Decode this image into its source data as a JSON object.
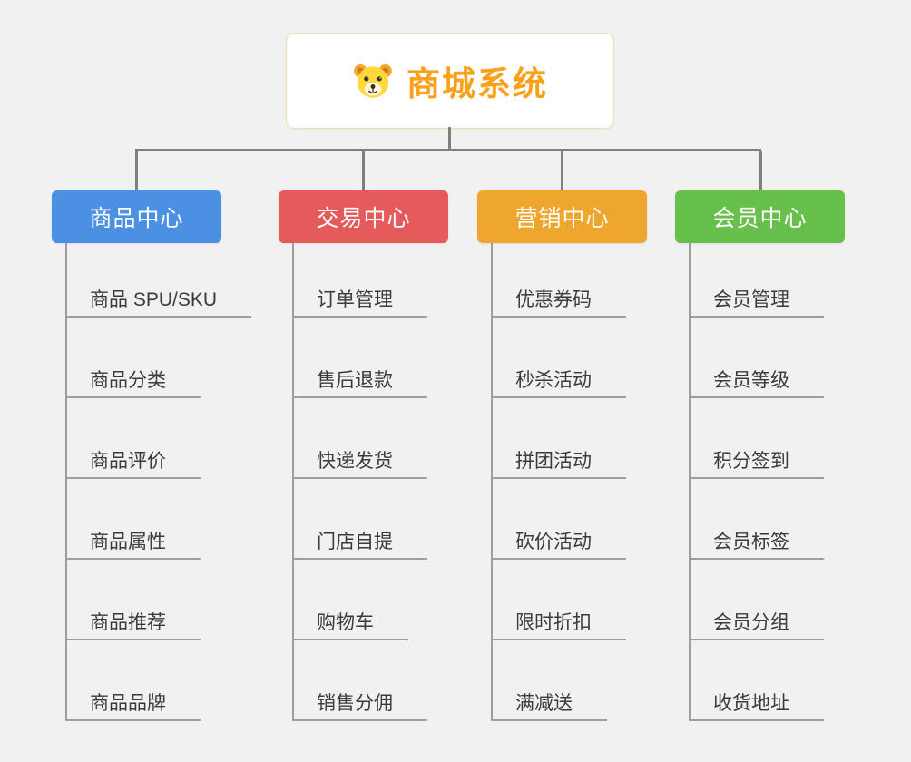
{
  "canvas": {
    "background": "#f1f1f1",
    "connector_color": "#7f7f7f",
    "leaf_line_color": "#9e9e9e",
    "leaf_text_color": "#3b3b3b"
  },
  "root": {
    "title": "商城系统",
    "title_color": "#f9a11b",
    "icon": "dog-face-icon"
  },
  "branches": [
    {
      "label": "商品中心",
      "color": "#4b90e2",
      "items": [
        "商品 SPU/SKU",
        "商品分类",
        "商品评价",
        "商品属性",
        "商品推荐",
        "商品品牌"
      ]
    },
    {
      "label": "交易中心",
      "color": "#e55a5a",
      "items": [
        "订单管理",
        "售后退款",
        "快递发货",
        "门店自提",
        "购物车",
        "销售分佣"
      ]
    },
    {
      "label": "营销中心",
      "color": "#efa62f",
      "items": [
        "优惠券码",
        "秒杀活动",
        "拼团活动",
        "砍价活动",
        "限时折扣",
        "满减送"
      ]
    },
    {
      "label": "会员中心",
      "color": "#67bf4c",
      "items": [
        "会员管理",
        "会员等级",
        "积分签到",
        "会员标签",
        "会员分组",
        "收货地址"
      ]
    }
  ]
}
